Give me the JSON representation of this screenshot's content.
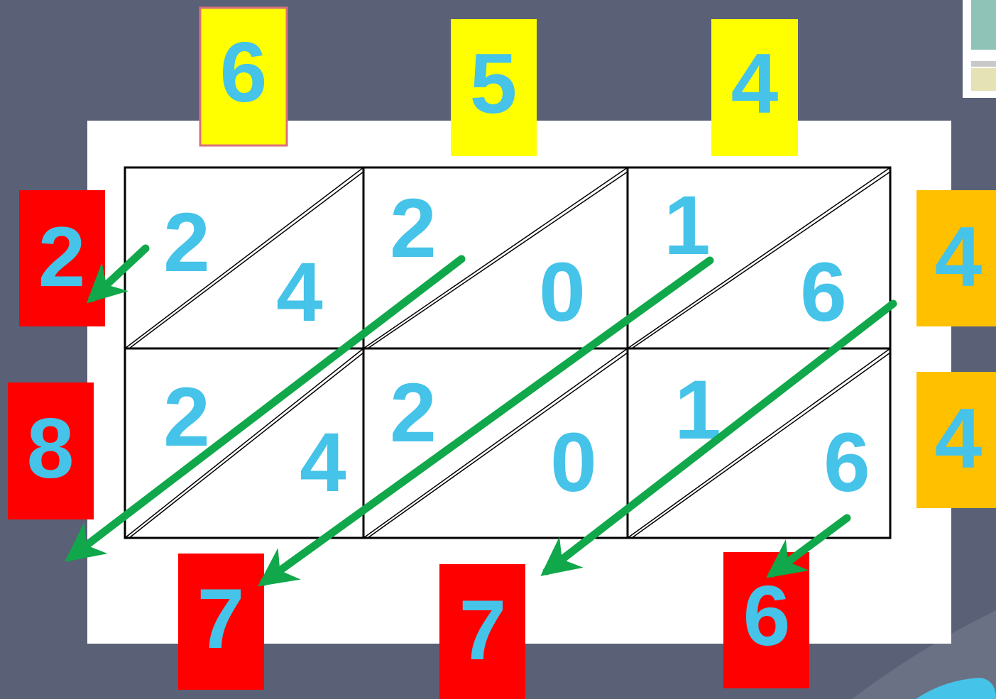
{
  "multiplicand_digits": [
    "6",
    "5",
    "4"
  ],
  "multiplier_digits": [
    "4",
    "4"
  ],
  "grid_cells": [
    [
      {
        "tens": "2",
        "ones": "4"
      },
      {
        "tens": "2",
        "ones": "0"
      },
      {
        "tens": "1",
        "ones": "6"
      }
    ],
    [
      {
        "tens": "2",
        "ones": "4"
      },
      {
        "tens": "2",
        "ones": "0"
      },
      {
        "tens": "1",
        "ones": "6"
      }
    ]
  ],
  "result_left": [
    "2",
    "8"
  ],
  "result_bottom": [
    "7",
    "7",
    "6"
  ],
  "colors": {
    "background": "#5a6176",
    "digit": "#45c3e8",
    "top_box": "#ffff00",
    "right_box": "#ffc000",
    "result_box": "#ff0000",
    "arrow": "#10a84a",
    "grid_paper": "#ffffff",
    "grid_line": "#000000"
  }
}
